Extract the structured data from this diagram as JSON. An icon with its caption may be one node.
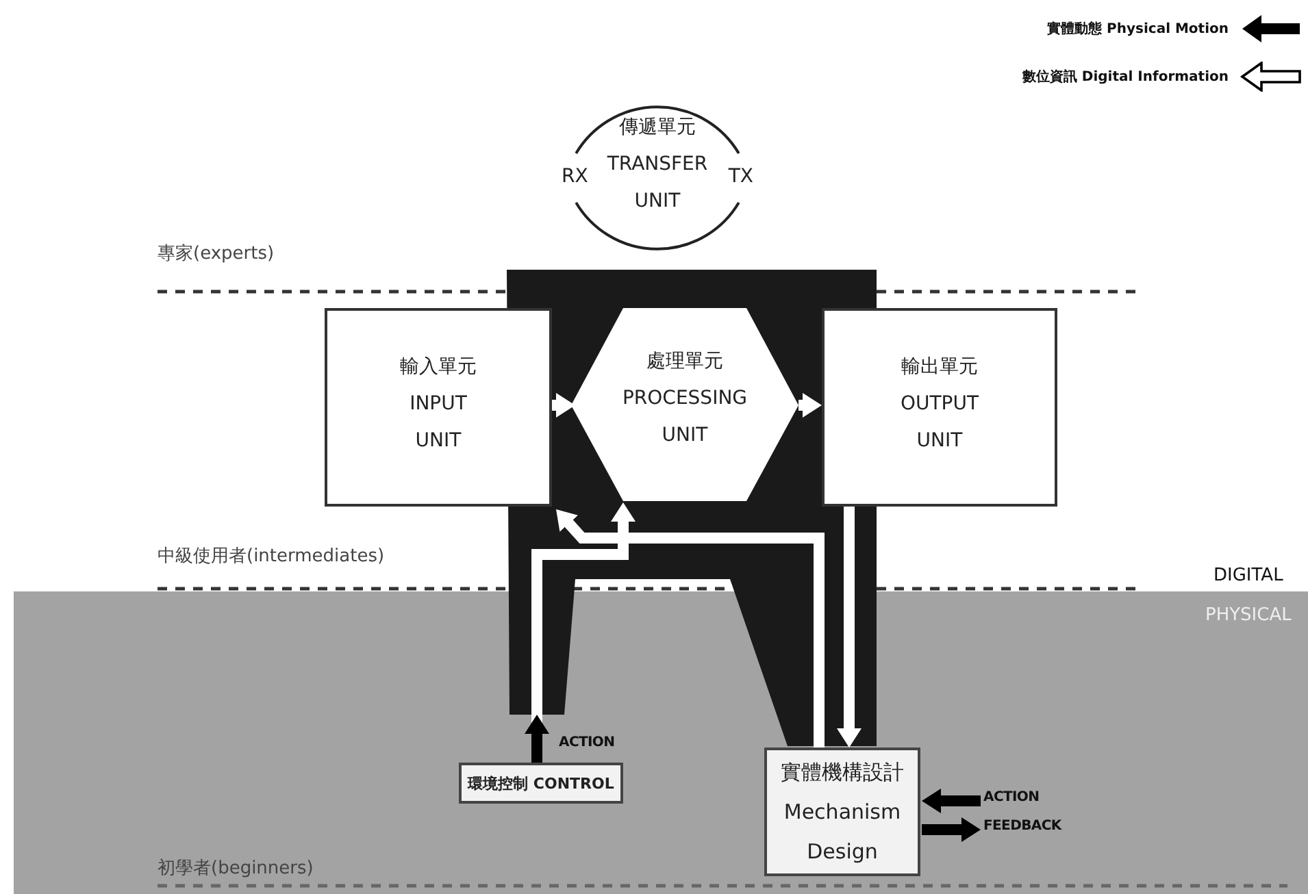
{
  "diagram": {
    "nodes": [
      {
        "text": [
          "RX",
          "傳遞單元 TRANSFER UNIT",
          "TX"
        ]
      },
      {
        "text": [
          "輸入單元 INPUT UNIT"
        ]
      },
      {
        "text": [
          "處理單元 PROCESSING UNIT"
        ]
      },
      {
        "text": [
          "輸出單元 OUTPUT UNIT"
        ]
      },
      {
        "text": [
          "環境控制 CONTROL"
        ]
      },
      {
        "text": [
          "實體機構設計 Mechanism Design"
        ]
      }
    ],
    "edges": [
      {
        "from": 1,
        "to": 2,
        "arrow": "to"
      },
      {
        "from": 2,
        "to": 3,
        "arrow": "to"
      },
      {
        "from": 3,
        "to": 5,
        "arrow": "to"
      },
      {
        "from": 4,
        "to": 2,
        "arrow": "to"
      },
      {
        "from": 5,
        "to": 1,
        "arrow": "to"
      },
      {
        "from": 4,
        "to": null,
        "arrow": "to",
        "label": "ACTION",
        "color": "#000000"
      },
      {
        "from": null,
        "to": 5,
        "arrow": "to",
        "label": "ACTION",
        "color": "#000000"
      },
      {
        "from": 5,
        "to": null,
        "arrow": "to",
        "label": "FEEDBACK",
        "color": "#000000"
      }
    ],
    "labels": [
      "專家(experts)",
      "中級使用者(intermediates)",
      "DIGITAL",
      "PHYSICAL",
      "初學者(beginners)"
    ],
    "legend": [
      {
        "text": "實體動態 Physical Motion"
      },
      {
        "text": "數位資訊 Digital Information"
      }
    ]
  }
}
